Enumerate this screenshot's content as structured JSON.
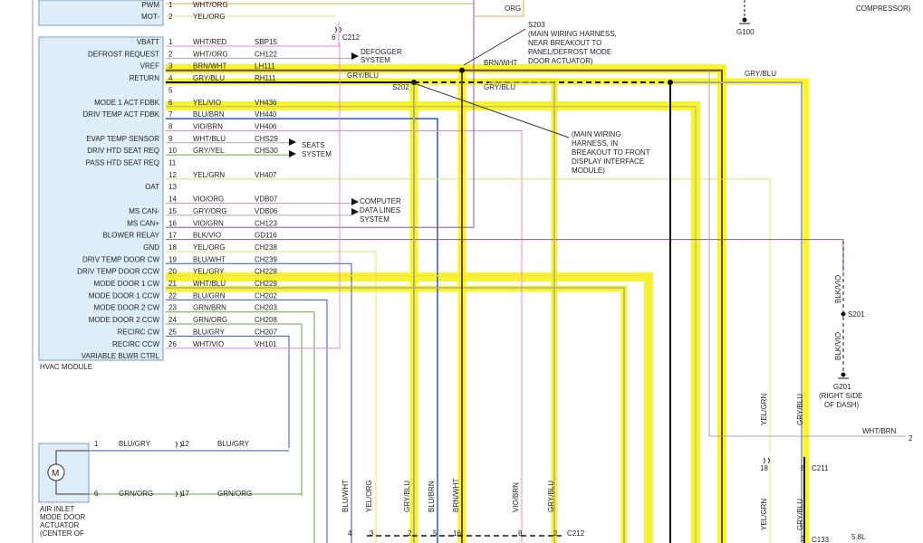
{
  "colors": {
    "highlight": "#f7f200",
    "module_fill": "#dfedf8",
    "yel": "#e8e070",
    "org": "#f2a33a",
    "pink": "#ee88cc",
    "blu": "#3355bb",
    "grn": "#66aa44",
    "gry": "#aaaaaa",
    "brn": "#6b4a1e",
    "vio": "#8855aa",
    "blk": "#111111"
  },
  "hvac_module": {
    "title": "HVAC MODULE",
    "top_pins": [
      {
        "label": "PWM",
        "num": "1",
        "color": "WHT/ORG",
        "circuit": ""
      },
      {
        "label": "MOT-",
        "num": "2",
        "color": "YEL/ORG",
        "circuit": ""
      }
    ],
    "pins": [
      {
        "label": "VBATT",
        "num": "1",
        "color": "WHT/RED",
        "circuit": "SBP15"
      },
      {
        "label": "DEFROST REQUEST",
        "num": "2",
        "color": "WHT/ORG",
        "circuit": "CH122"
      },
      {
        "label": "VREF",
        "num": "3",
        "color": "BRN/WHT",
        "circuit": "LH111"
      },
      {
        "label": "RETURN",
        "num": "4",
        "color": "GRY/BLU",
        "circuit": "RH111"
      },
      {
        "label": "",
        "num": "5",
        "color": "",
        "circuit": ""
      },
      {
        "label": "MODE 1 ACT FDBK",
        "num": "6",
        "color": "YEL/VIO",
        "circuit": "VH436"
      },
      {
        "label": "DRIV TEMP ACT FDBK",
        "num": "7",
        "color": "BLU/BRN",
        "circuit": "VH440"
      },
      {
        "label": "",
        "num": "8",
        "color": "VIO/BRN",
        "circuit": "VH406"
      },
      {
        "label": "EVAP TEMP SENSOR",
        "num": "9",
        "color": "WHT/BLU",
        "circuit": "CHS29"
      },
      {
        "label": "DRIV HTD SEAT REQ",
        "num": "10",
        "color": "GRY/YEL",
        "circuit": "CHS30"
      },
      {
        "label": "PASS HTD SEAT REQ",
        "num": "11",
        "color": "",
        "circuit": ""
      },
      {
        "label": "",
        "num": "12",
        "color": "YEL/GRN",
        "circuit": "VH407"
      },
      {
        "label": "OAT",
        "num": "13",
        "color": "",
        "circuit": ""
      },
      {
        "label": "",
        "num": "14",
        "color": "VIO/ORG",
        "circuit": "VDB07"
      },
      {
        "label": "MS CAN-",
        "num": "15",
        "color": "GRY/ORG",
        "circuit": "VDB06"
      },
      {
        "label": "MS CAN+",
        "num": "16",
        "color": "VIO/GRN",
        "circuit": "CH123"
      },
      {
        "label": "BLOWER RELAY",
        "num": "17",
        "color": "BLK/VIO",
        "circuit": "GD116"
      },
      {
        "label": "GND",
        "num": "18",
        "color": "YEL/ORG",
        "circuit": "CH238"
      },
      {
        "label": "DRIV TEMP DOOR CW",
        "num": "19",
        "color": "BLU/WHT",
        "circuit": "CH239"
      },
      {
        "label": "DRIV TEMP DOOR CCW",
        "num": "20",
        "color": "YEL/GRY",
        "circuit": "CH228"
      },
      {
        "label": "MODE DOOR 1 CW",
        "num": "21",
        "color": "WHT/BLU",
        "circuit": "CH229"
      },
      {
        "label": "MODE DOOR 1 CCW",
        "num": "22",
        "color": "BLU/GRN",
        "circuit": "CH202"
      },
      {
        "label": "MODE DOOR 2 CW",
        "num": "23",
        "color": "GRN/BRN",
        "circuit": "CH203"
      },
      {
        "label": "MODE DOOR 2 CCW",
        "num": "24",
        "color": "GRN/ORG",
        "circuit": "CH208"
      },
      {
        "label": "RECIRC CW",
        "num": "25",
        "color": "BLU/GRY",
        "circuit": "CH207"
      },
      {
        "label": "RECIRC CCW",
        "num": "26",
        "color": "WHT/VIO",
        "circuit": "VH101"
      },
      {
        "label": "VARIABLE BLWR CTRL",
        "num": "",
        "color": "",
        "circuit": ""
      }
    ]
  },
  "labels": {
    "org_top": "ORG",
    "compressor": "COMPRESSOR)",
    "g100": "G100",
    "c212_top": "C212",
    "c212_top_num": "6",
    "defogger": [
      "DEFOGGER",
      "SYSTEM"
    ],
    "seats": [
      "SEATS",
      "SYSTEM"
    ],
    "computer": [
      "COMPUTER",
      "DATA LINES",
      "SYSTEM"
    ],
    "s203": [
      "S203",
      "(MAIN WIRING HARNESS,",
      "NEAR BREAKOUT TO",
      "PANEL/DEFROST MODE",
      "DOOR ACTUATOR)"
    ],
    "s202": "S202",
    "s202_note": [
      "(MAIN WIRING",
      "HARNESS, IN",
      "BREAKOUT TO FRONT",
      "DISPLAY INTERFACE",
      "MODULE)"
    ],
    "brn_wht": "BRN/WHT",
    "gry_blu_a": "GRY/BLU",
    "gry_blu_b": "GRY/BLU",
    "gry_blu_right": "GRY/BLU",
    "blk_vio_1": "BLK/VIO",
    "blk_vio_2": "BLK/VIO",
    "s201": "S201",
    "g201": [
      "G201",
      "(RIGHT SIDE",
      "OF DASH)"
    ],
    "wht_brn": "WHT/BRN",
    "wht_brn_num": "2",
    "yel_grn_v1": "YEL/GRN",
    "gry_blu_v1": "GRY/BLU",
    "c211": "C211",
    "c211_left": "18",
    "c211_right": "8",
    "yel_grn_v2": "YEL/GRN",
    "gry_blu_v2": "GRY/BLU",
    "c133": "C133",
    "c133_num": "3",
    "five_eight": "5.8L",
    "c212_bottom": "C212",
    "bottom_wires": [
      "BLU/WHT",
      "YEL/ORG",
      "GRY/BLU",
      "BLU/BRN",
      "BRN/WHT",
      "VIO/BRN",
      "GRY/BLU"
    ],
    "bottom_nums": [
      "4",
      "3",
      "2",
      "5",
      "16",
      "8",
      "2"
    ]
  },
  "actuator": {
    "title": [
      "AIR INLET",
      "MODE DOOR",
      "ACTUATOR",
      "(CENTER OF"
    ],
    "motor_symbol": "M",
    "pin1": "1",
    "pin1_wire": "BLU/GRY",
    "pin1_conn": "12",
    "pin1_wire2": "BLU/GRY",
    "pin6": "6",
    "pin6_wire": "GRN/ORG",
    "pin6_conn": "17",
    "pin6_wire2": "GRN/ORG"
  }
}
